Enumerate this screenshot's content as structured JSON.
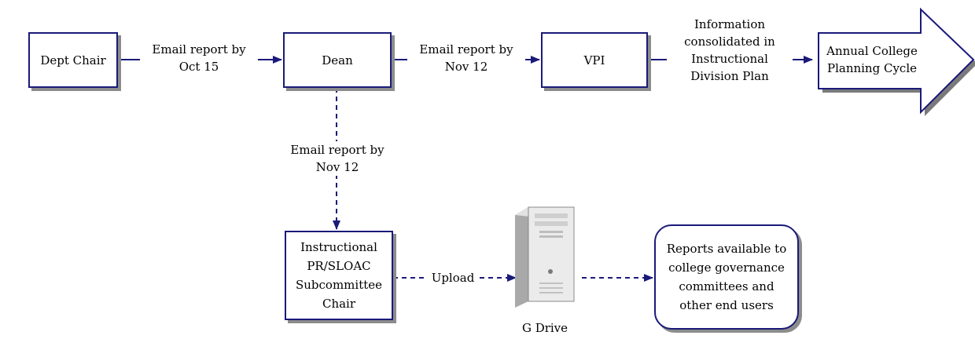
{
  "nodes": {
    "dept_chair": "Dept Chair",
    "dean": "Dean",
    "vpi": "VPI",
    "annual_cycle": "Annual College\nPlanning Cycle",
    "subcommittee_chair": "Instructional\nPR/SLOAC\nSubcommittee\nChair",
    "g_drive": "G Drive",
    "reports_available": "Reports available to\ncollege governance\ncommittees and\nother end users"
  },
  "edges": {
    "dept_to_dean": "Email report by\nOct 15",
    "dean_to_vpi": "Email report by\nNov 12",
    "vpi_to_cycle": "Information\nconsolidated in\nInstructional\nDivision Plan",
    "dean_to_subcommittee": "Email report by\nNov 12",
    "subcommittee_to_gdrive": "Upload"
  },
  "colors": {
    "box_border": "#1a1a7a",
    "arrow": "#1a1a7a",
    "shadow": "#8c8c8c"
  }
}
